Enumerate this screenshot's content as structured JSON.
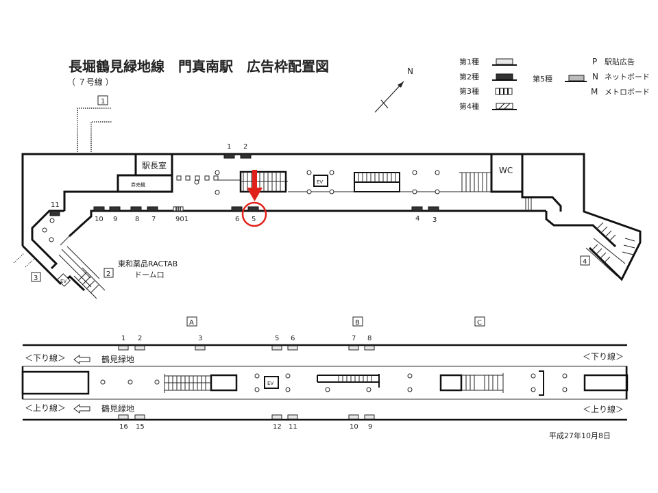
{
  "header": {
    "title": "長堀鶴見緑地線　門真南駅　広告枠配置図",
    "subtitle": "（ ７号線 ）",
    "north": "N"
  },
  "legend": {
    "types": [
      "第1種",
      "第2種",
      "第3種",
      "第4種"
    ],
    "type5": "第5種",
    "codes": [
      {
        "code": "P",
        "label": "駅貼広告"
      },
      {
        "code": "N",
        "label": "ネットボード"
      },
      {
        "code": "M",
        "label": "メトロボード"
      }
    ]
  },
  "concourse": {
    "rooms": {
      "station_master": "駅長室",
      "ticket_machines": "券売機",
      "wc": "WC",
      "ev": "EV"
    },
    "exits": [
      "1",
      "2",
      "3",
      "4"
    ],
    "exit2_name": [
      "東和薬品RACTAB",
      "ドーム口"
    ],
    "ads_top": [
      "1",
      "2"
    ],
    "ads_wall": [
      "10",
      "9",
      "8",
      "7",
      "901",
      "6",
      "5",
      "4",
      "3"
    ],
    "ad_left": "11",
    "highlighted_ad": "5",
    "highlight_color": "#e0201a"
  },
  "platform": {
    "zones": [
      "A",
      "B",
      "C"
    ],
    "down_line": "＜下り線＞",
    "up_line": "＜上り線＞",
    "direction": "鶴見緑地",
    "ads_top": [
      "1",
      "2",
      "3",
      "5",
      "6",
      "7",
      "8"
    ],
    "ads_bottom": [
      "16",
      "15",
      "12",
      "11",
      "10",
      "9"
    ],
    "ev": "EV"
  },
  "date": "平成27年10月8日"
}
